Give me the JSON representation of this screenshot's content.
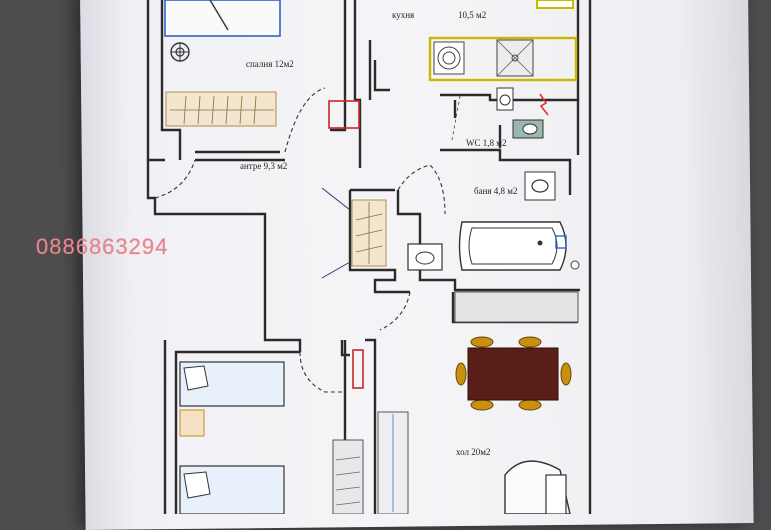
{
  "watermark": {
    "phone": "0886863294"
  },
  "rooms": {
    "kitchen": "кухня",
    "kitchen_area": "10,5 м2",
    "bedroom": "спалня 12м2",
    "hallway": "антре 9,3 м2",
    "wc": "WC 1,8 м2",
    "bathroom": "баня 4,8 м2",
    "living": "хол 20м2"
  },
  "colors": {
    "background": "#4d4d4f",
    "paper": "#f3f3f6",
    "walls": "#2b2b2b",
    "kitchen_outline": "#c9b800",
    "watermark": "#e7898e",
    "furniture_blue": "#2f63c8",
    "table": "#5a1e18",
    "chairs": "#c9900f"
  }
}
